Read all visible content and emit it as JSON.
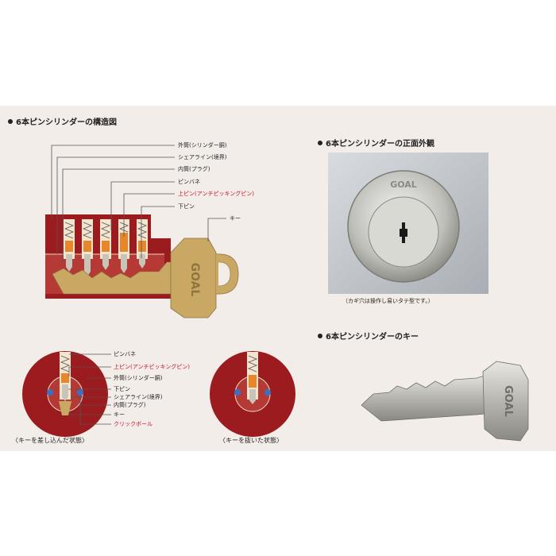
{
  "headings": {
    "structure": "6本ピンシリンダーの構造図",
    "front": "6本ピンシリンダーの正面外観",
    "key": "6本ピンシリンダーのキー"
  },
  "cross_section_labels": {
    "outer_tube": "外筒(シリンダー胴)",
    "shear_line": "シェアライン(境界)",
    "inner_tube": "内筒(プラグ)",
    "pin_spring": "ピンバネ",
    "upper_pin": "上ピン(アンチピッキングピン)",
    "lower_pin": "下ピン",
    "key": "キー"
  },
  "circle_labels": {
    "pin_spring": "ピンバネ",
    "upper_pin": "上ピン(アンチピッキングピン)",
    "outer_tube": "外筒(シリンダー胴)",
    "lower_pin": "下ピン",
    "shear_line": "シェアライン(境界)",
    "inner_tube": "内筒(プラグ)",
    "key": "キー",
    "click_ball": "クリックボール"
  },
  "captions": {
    "inserted": "〈キーを差し込んだ状態〉",
    "removed": "〈キーを抜いた状態〉",
    "keyhole_note": "（カギ穴は操作し易いタテ型です。）"
  },
  "brand": "GOAL",
  "colors": {
    "cylinder_red": "#9b1b1f",
    "brass": "#c9a864",
    "pin_orange": "#e8862a",
    "label_red": "#c8102e"
  }
}
